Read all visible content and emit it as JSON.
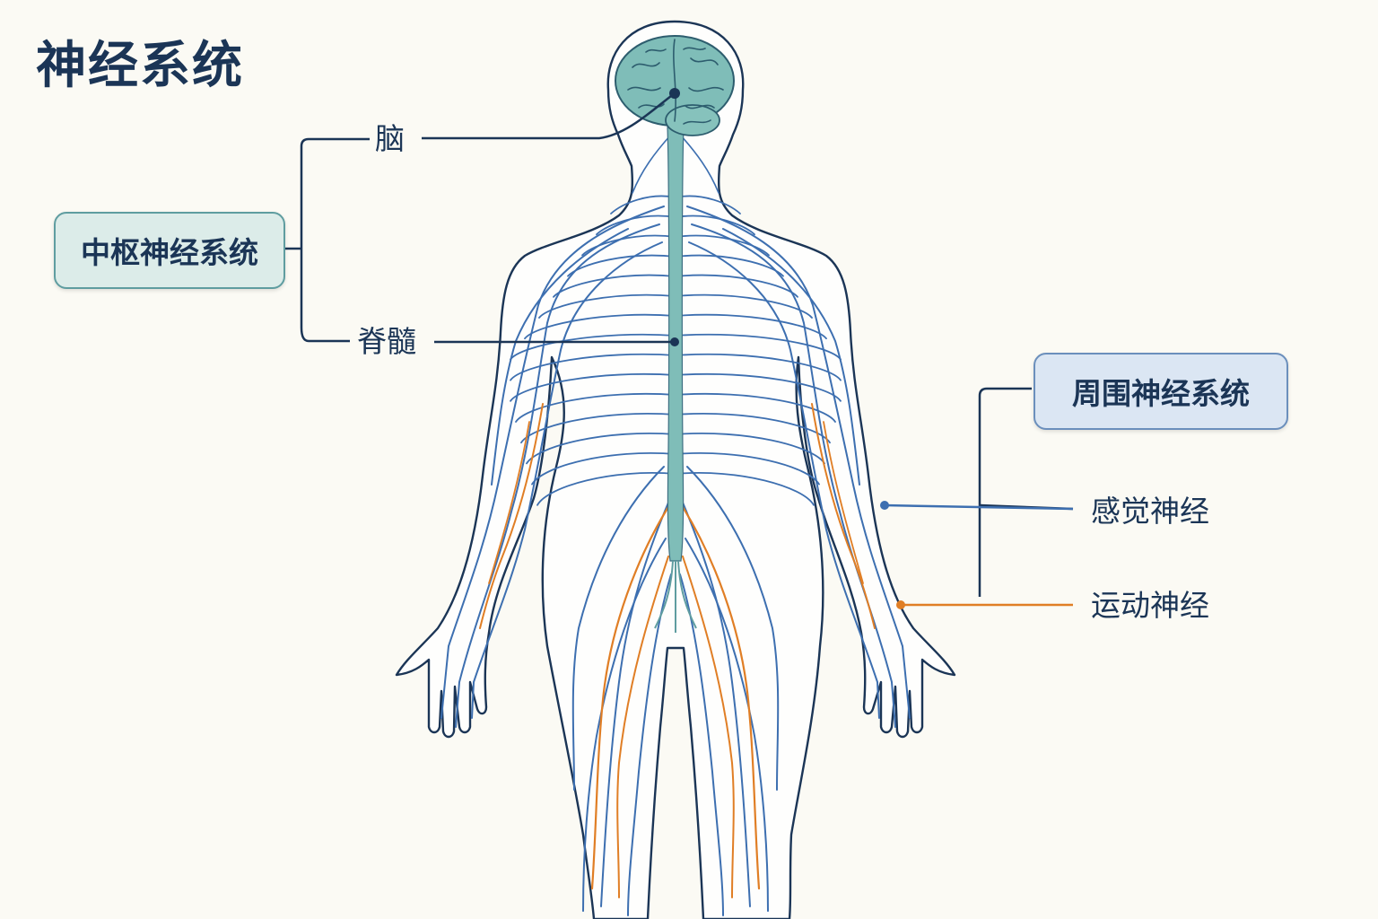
{
  "title": "神经系统",
  "cns": {
    "label": "中枢神经系统",
    "parts": {
      "brain": "脑",
      "spinal_cord": "脊髓"
    }
  },
  "pns": {
    "label": "周围神经系统",
    "parts": {
      "sensory": "感觉神经",
      "motor": "运动神经"
    }
  },
  "colors": {
    "title_text": "#1b3556",
    "brain_fill": "#7fbdb8",
    "spinal_cord": "#7fbdb8",
    "sensory_nerve": "#3d6fb0",
    "motor_nerve": "#e07e25",
    "body_outline": "#1b3556",
    "cns_box_bg": "#dcece9",
    "pns_box_bg": "#dbe6f3",
    "background": "#fbfaf4"
  }
}
